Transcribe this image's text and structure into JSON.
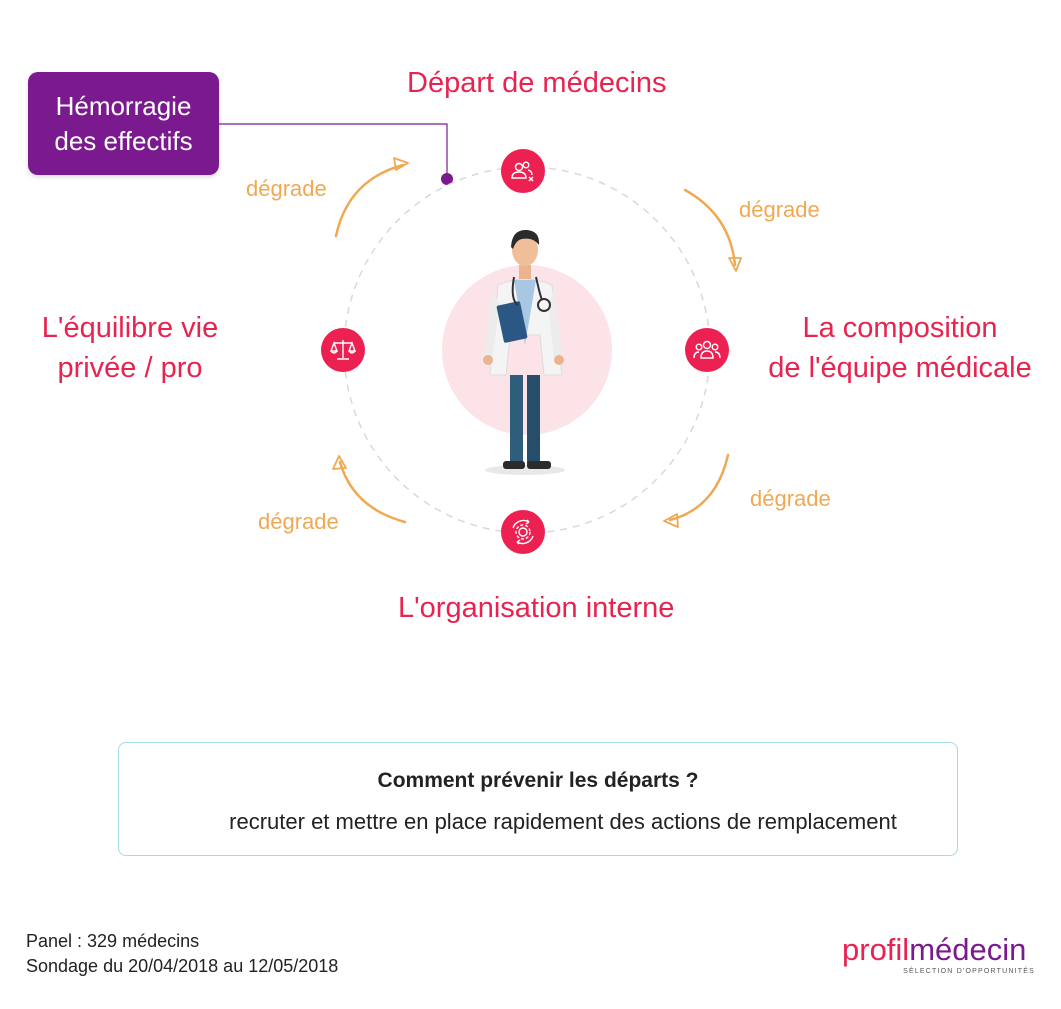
{
  "callout_box": {
    "line1": "Hémorragie",
    "line2": "des effectifs"
  },
  "nodes": {
    "top": "Départ de médecins",
    "right_line1": "La composition",
    "right_line2": "de l'équipe médicale",
    "bottom": "L'organisation interne",
    "left_line1": "L'équilibre vie",
    "left_line2": "privée / pro"
  },
  "arrow_labels": [
    "dégrade",
    "dégrade",
    "dégrade",
    "dégrade"
  ],
  "question": {
    "title": "Comment prévenir les départs ?",
    "answer": "recruter et mettre en place rapidement des actions de remplacement"
  },
  "footer": {
    "panel": "Panel : 329 médecins",
    "survey": "Sondage du 20/04/2018 au 12/05/2018"
  },
  "logo": {
    "part1": "profil",
    "part2": "médecin",
    "tagline": "SÉLECTION D'OPPORTUNITÉS"
  },
  "colors": {
    "accent": "#ec2151",
    "purple": "#7b1a8e",
    "orange": "#f0a952",
    "circle": "#fbe3e8"
  },
  "icons": [
    "user-remove-icon",
    "team-icon",
    "gear-cycle-icon",
    "balance-scale-icon",
    "doctor-illustration"
  ]
}
